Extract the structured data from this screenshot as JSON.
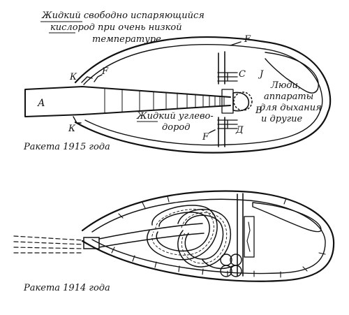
{
  "top_diagram": {
    "caption": "Ракета 1915 года",
    "labels": {
      "oxygen_line1": "Жидкий свободно испаряющийся",
      "oxygen_line2": "кислород при очень низкой",
      "oxygen_line3": "температуре",
      "hydrocarbon_line1": "Жидкий углево-",
      "hydrocarbon_line2": "дород",
      "people_line1": "Люди,",
      "people_line2": "аппараты",
      "people_line3": "для дыхания",
      "people_line4": "и другие",
      "A": "А",
      "B": "В",
      "C": "С",
      "D": "Д",
      "J": "Ј",
      "F_top": "F",
      "F_left": "F",
      "F_bottom": "F",
      "K_top": "К",
      "K_bottom": "К"
    }
  },
  "bottom_diagram": {
    "caption": "Ракета 1914 года"
  },
  "colors": {
    "ink": "#111111",
    "paper": "#ffffff"
  }
}
